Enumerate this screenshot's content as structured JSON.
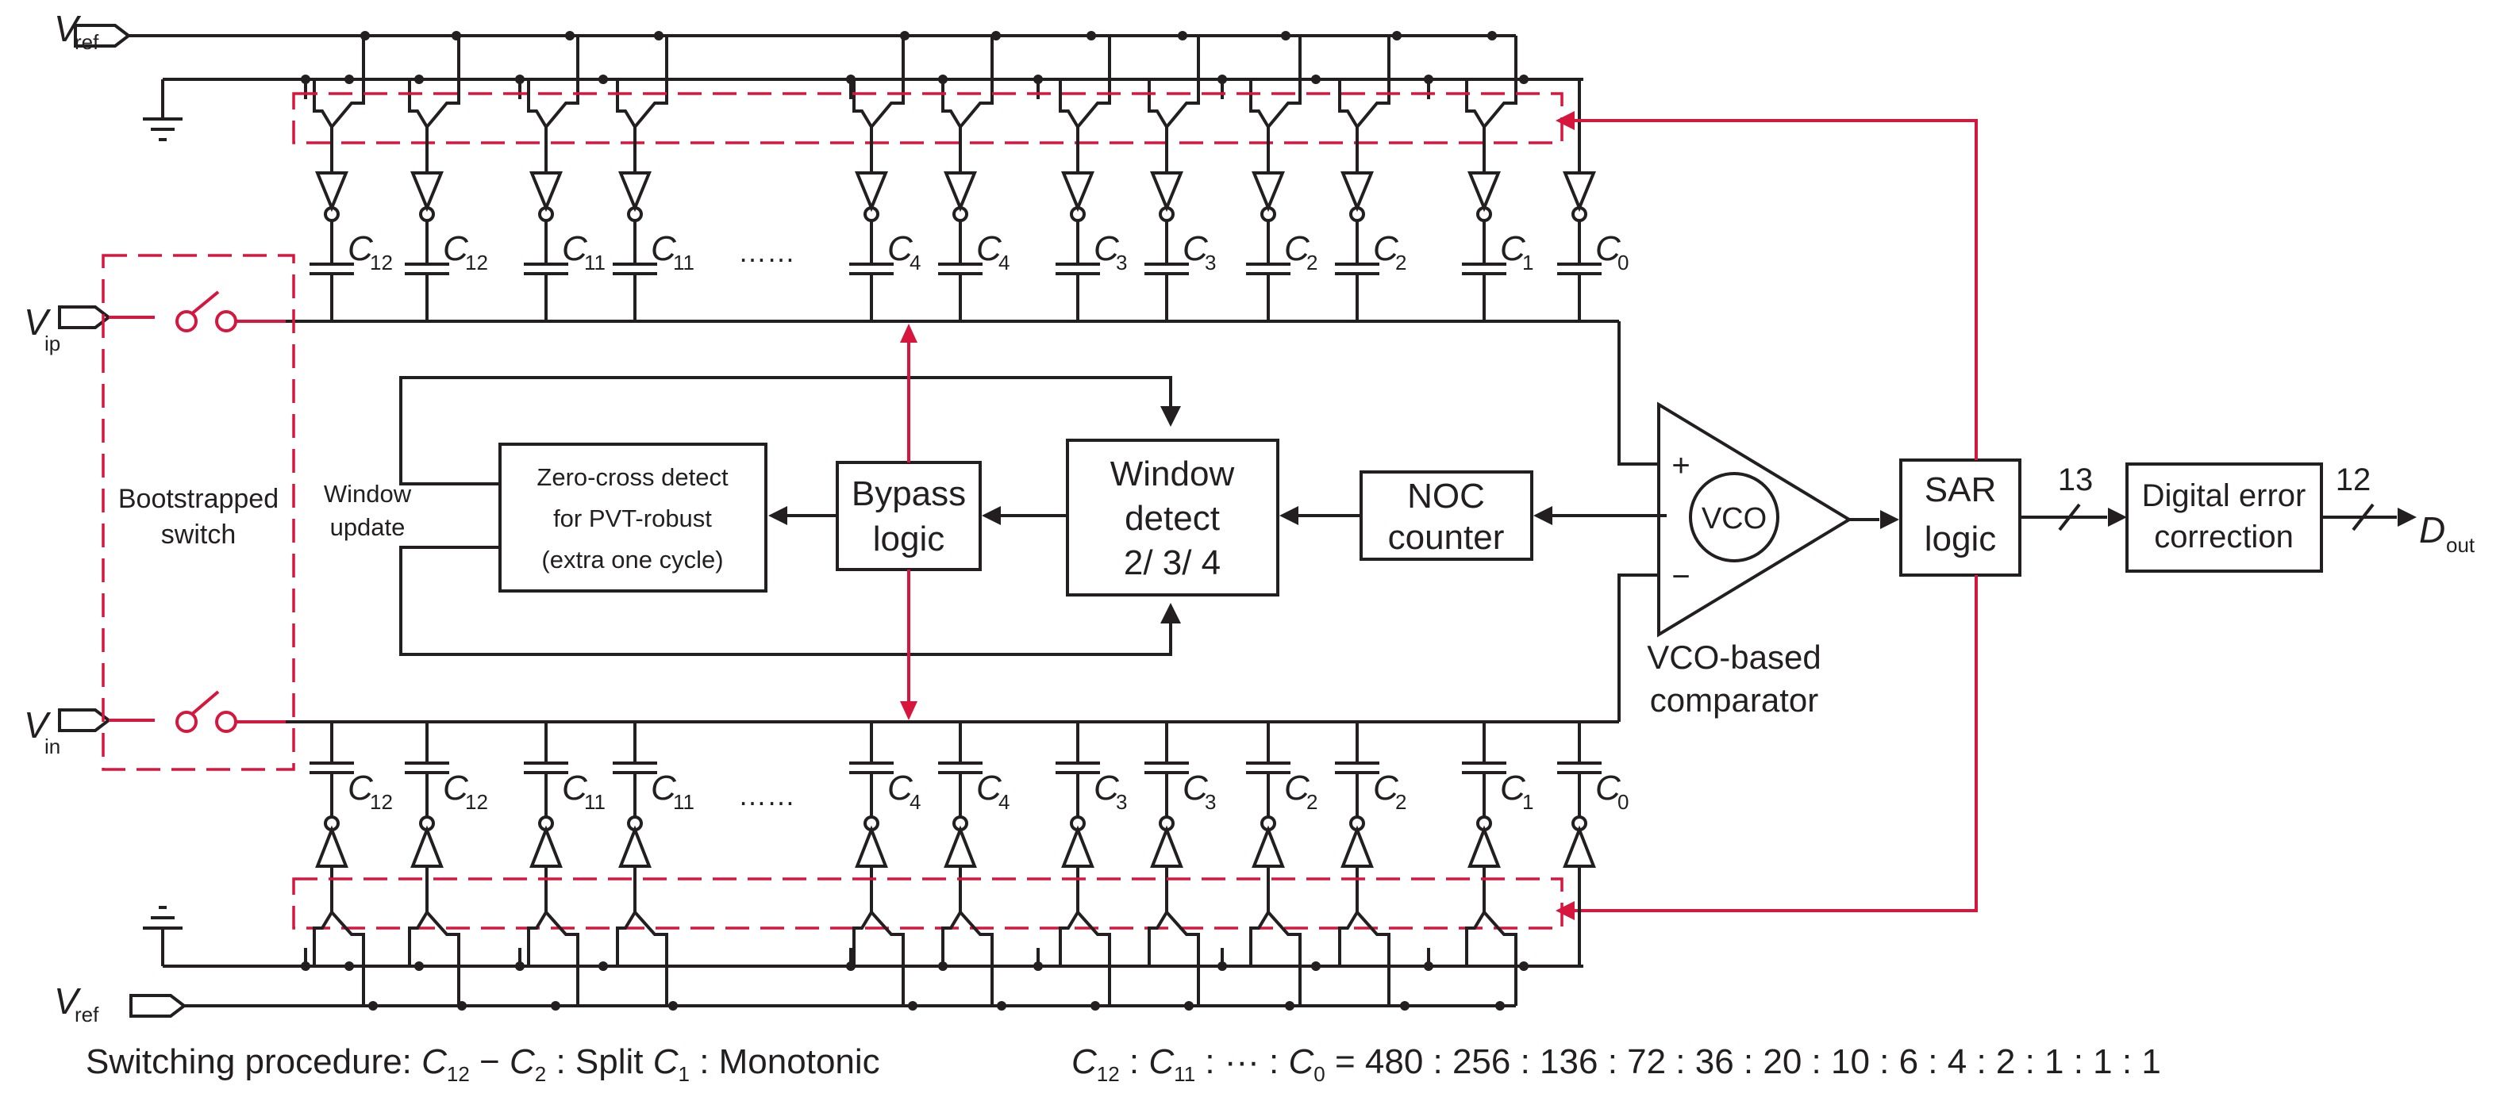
{
  "labels": {
    "vref_top": "V",
    "vref_top_sub": "ref",
    "vref_bottom": "V",
    "vref_bottom_sub": "ref",
    "vip": "V",
    "vip_sub": "ip",
    "vin": "V",
    "vin_sub": "in",
    "dout": "D",
    "dout_sub": "out",
    "cap_letter": "C",
    "ellipsis": "……"
  },
  "caps": {
    "top": [
      "12",
      "12",
      "11",
      "11",
      "4",
      "4",
      "3",
      "3",
      "2",
      "2",
      "1",
      "0"
    ],
    "bottom": [
      "12",
      "12",
      "11",
      "11",
      "4",
      "4",
      "3",
      "3",
      "2",
      "2",
      "1",
      "0"
    ]
  },
  "blocks": {
    "bootstrap_line1": "Bootstrapped",
    "bootstrap_line2": "switch",
    "window_update_line1": "Window",
    "window_update_line2": "update",
    "zero_cross_line1": "Zero-cross detect",
    "zero_cross_line2": "for PVT-robust",
    "zero_cross_line3": "(extra one cycle)",
    "bypass_line1": "Bypass",
    "bypass_line2": "logic",
    "window_line1": "Window",
    "window_line2": "detect",
    "window_line3": "2/ 3/ 4",
    "noc_line1": "NOC",
    "noc_line2": "counter",
    "vco": "VCO",
    "plus": "+",
    "minus": "−",
    "comparator_line1": "VCO-based",
    "comparator_line2": "comparator",
    "sar_line1": "SAR",
    "sar_line2": "logic",
    "bus_sar": "13",
    "dec_line1": "Digital error",
    "dec_line2": "correction",
    "bus_out": "12"
  },
  "footer": {
    "procedure_prefix": "Switching procedure: ",
    "proc_c": "C",
    "proc_sub12": "12",
    "proc_dash": " − ",
    "proc_sub2": "2",
    "proc_split": " : Split ",
    "proc_sub1": "1",
    "proc_mono": " : Monotonic",
    "ratio_c": "C",
    "ratio_sub12": "12",
    "ratio_sep": " : ",
    "ratio_sub11": "11",
    "ratio_dots": " : ··· : ",
    "ratio_sub0": "0",
    "ratio_values": " = 480 : 256 : 136 : 72 : 36 : 20 : 10 : 6 : 4 : 2 : 1 : 1 : 1"
  }
}
